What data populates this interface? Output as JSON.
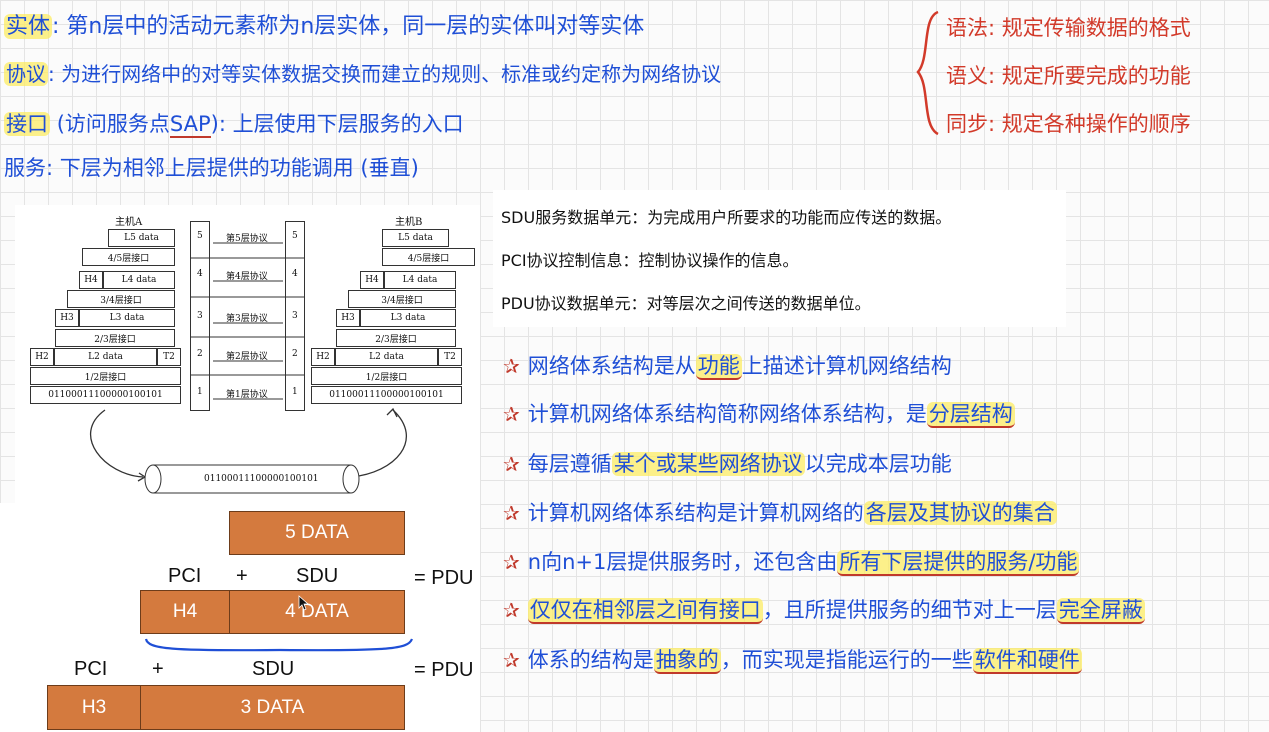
{
  "notes_top": {
    "l1_key": "实体",
    "l1_text": ": 第n层中的活动元素称为n层实体，同一层的实体叫对等实体",
    "l2_key": "协议",
    "l2_text": ": 为进行网络中的对等实体数据交换而建立的规则、标准或约定称为网络协议",
    "l3_key": "接口",
    "l3_text_a": "(访问服务点",
    "l3_sap": "SAP",
    "l3_text_b": "): 上层使用下层服务的入口",
    "l4_key": "服务",
    "l4_text": ": 下层为相邻上层提供的功能调用 (垂直)"
  },
  "protocol_elements": [
    "语法: 规定传输数据的格式",
    "语义: 规定所要完成的功能",
    "同步: 规定各种操作的顺序"
  ],
  "definitions": [
    "SDU服务数据单元：为完成用户所要求的功能而应传送的数据。",
    "PCI协议控制信息：控制协议操作的信息。",
    "PDU协议数据单元：对等层次之间传送的数据单位。"
  ],
  "diagram": {
    "hostA": "主机A",
    "hostB": "主机B",
    "l5": "L5 data",
    "i45": "4/5层接口",
    "h4": "H4",
    "l4": "L4 data",
    "i34": "3/4层接口",
    "h3": "H3",
    "l3": "L3 data",
    "i23": "2/3层接口",
    "h2": "H2",
    "l2": "L2 data",
    "t2": "T2",
    "i12": "1/2层接口",
    "bits": "01100011100000100101",
    "protocols": [
      "第5层协议",
      "第4层协议",
      "第3层协议",
      "第2层协议",
      "第1层协议"
    ],
    "layer_nums": [
      "5",
      "4",
      "3",
      "2",
      "1"
    ],
    "pipe_bits": "01100011100000100101"
  },
  "pdu_diagram": {
    "data5": "5 DATA",
    "pci": "PCI",
    "plus": "+",
    "sdu": "SDU",
    "eq": "= PDU",
    "h4": "H4",
    "data4": "4 DATA",
    "h3": "H3",
    "data3": "3 DATA"
  },
  "notes_star": {
    "s1_a": "网络体系结构是从",
    "s1_hl": "功能",
    "s1_b": "上描述计算机网络结构",
    "s2_a": "计算机网络体系结构简称网络体系结构，是",
    "s2_hl": "分层结构",
    "s3_a": "每层遵循",
    "s3_hl": "某个或某些网络协议",
    "s3_b": "以完成本层功能",
    "s4_a": "计算机网络体系结构是计算机网络的",
    "s4_hl": "各层及其协议的集合",
    "s5_a": "n向n+1层提供服务时，还包含由",
    "s5_hl": "所有下层提供的服务/功能",
    "s6_hl": "仅仅在相邻层之间有接口",
    "s6_b": "，且所提供服务的细节对上一层",
    "s6_hl2": "完全屏蔽",
    "s7_a": "体系的结构是",
    "s7_hl": "抽象的",
    "s7_b": "，而实现是指能运行的一些",
    "s7_hl2": "软件和硬件"
  },
  "colors": {
    "pen_blue": "#1f4fd6",
    "pen_red": "#d23a2a",
    "highlight": "#fcec64",
    "pdu_orange": "#d47a3e"
  }
}
